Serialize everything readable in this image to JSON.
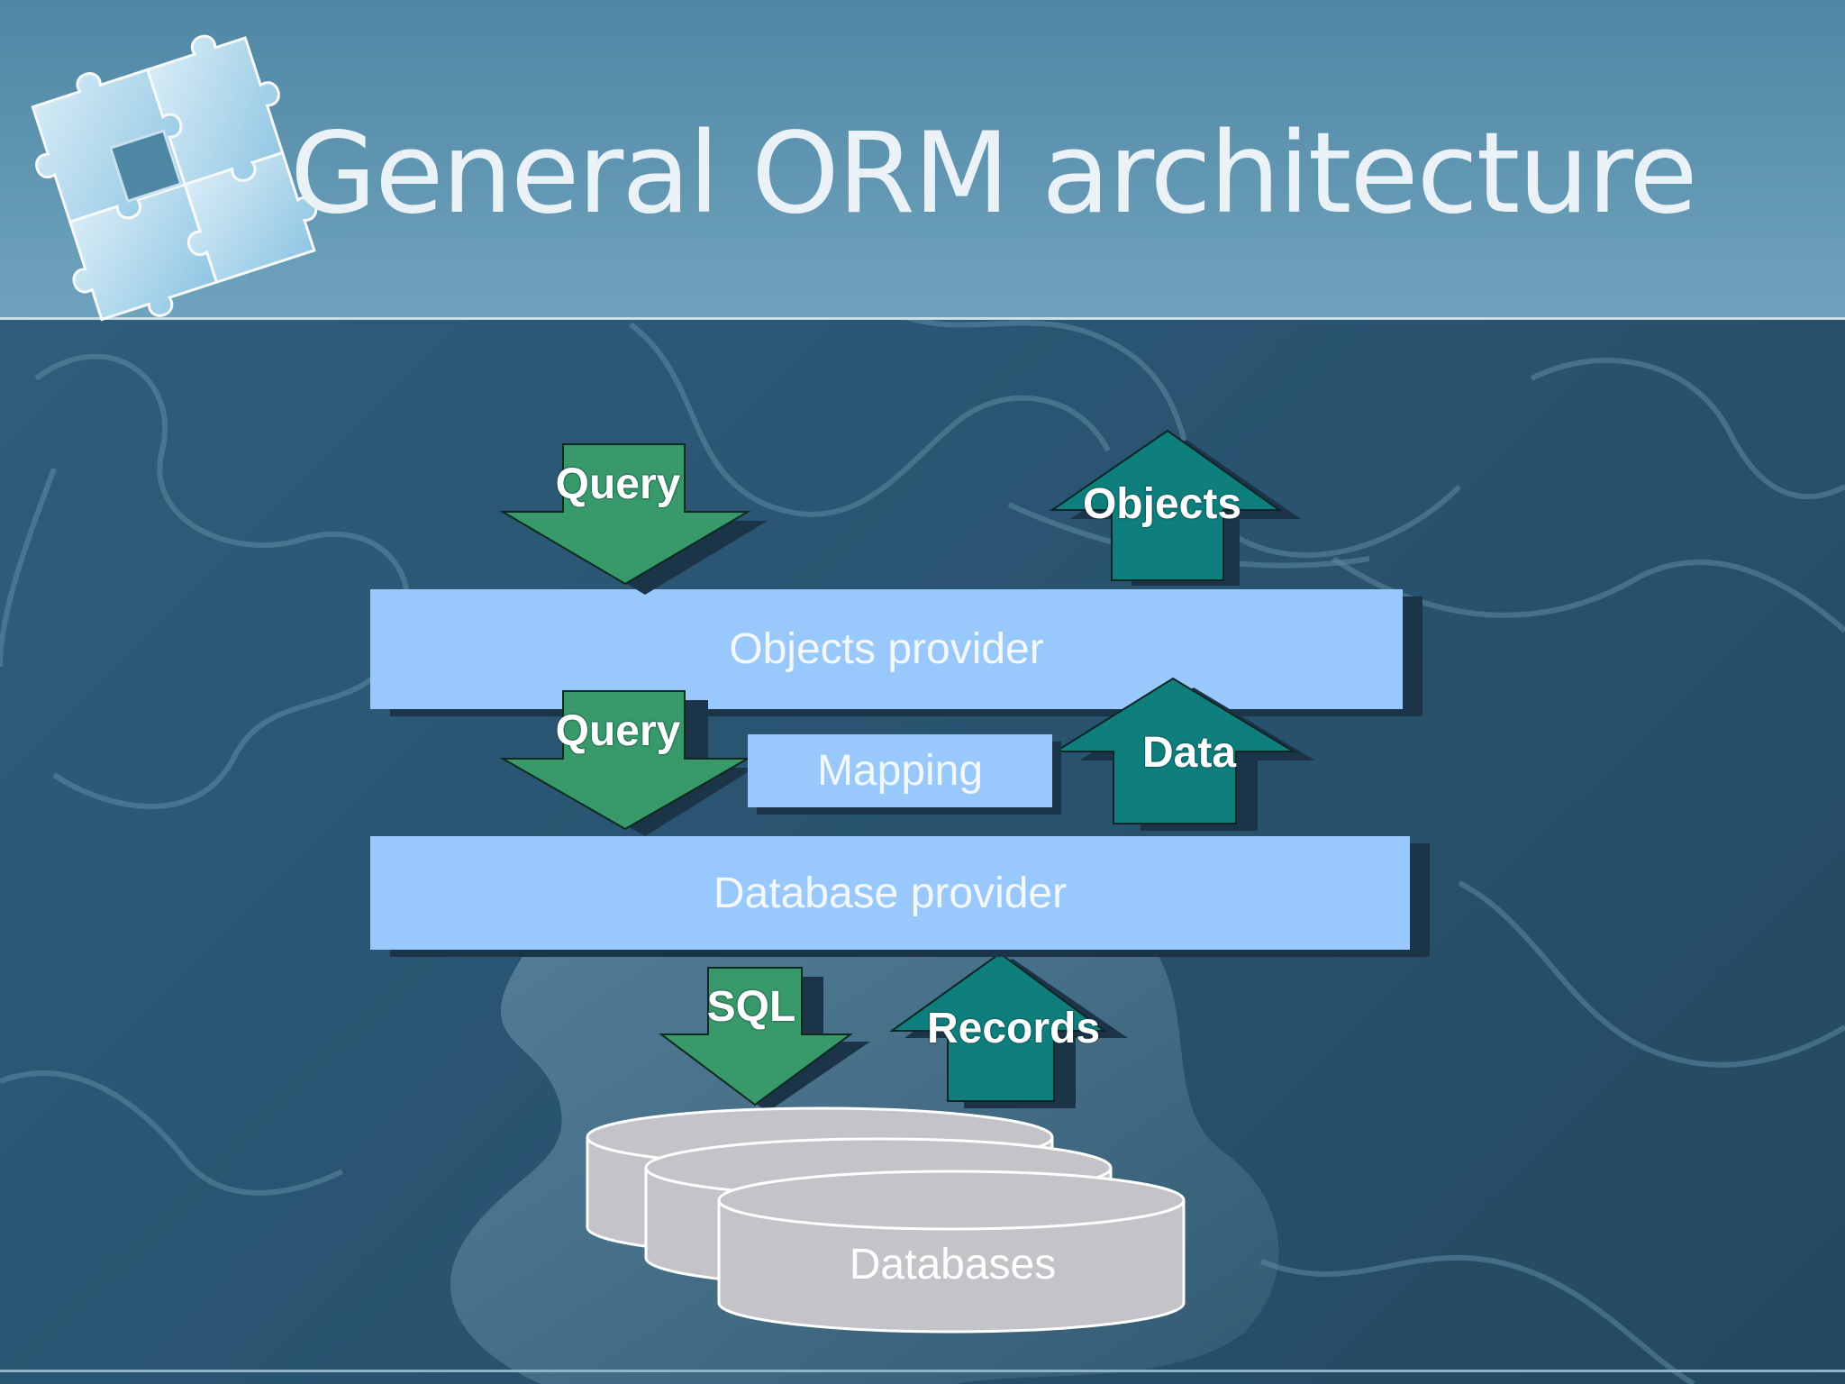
{
  "slide": {
    "title": "General ORM architecture"
  },
  "diagram": {
    "layers": {
      "objects_provider": "Objects provider",
      "mapping": "Mapping",
      "database_provider": "Database provider"
    },
    "arrows": {
      "query_top": "Query",
      "objects_up": "Objects",
      "query_mid": "Query",
      "data_up": "Data",
      "sql_down": "SQL",
      "records_up": "Records"
    },
    "storage": {
      "label": "Databases"
    }
  },
  "colors": {
    "layer_fill": "#99c8fc",
    "down_arrow": "#38996a",
    "up_arrow": "#0e7f7c",
    "database_fill": "#c4c4c8",
    "title_text": "#eaf2f7"
  },
  "icons": {
    "corner_decoration": "puzzle-pieces-icon",
    "storage": "database-cylinder-icon"
  }
}
